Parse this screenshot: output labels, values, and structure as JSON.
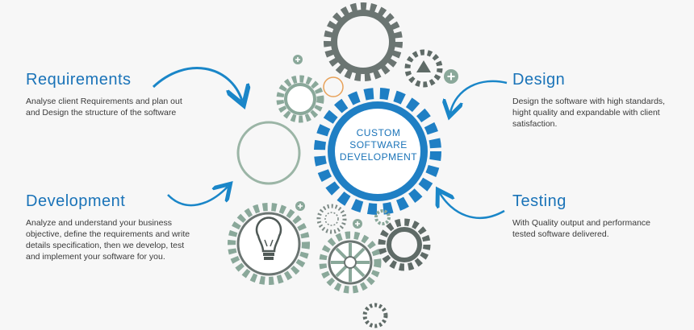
{
  "center": {
    "line1": "CUSTOM",
    "line2": "SOFTWARE",
    "line3": "DEVELOPMENT"
  },
  "steps": {
    "requirements": {
      "title": "Requirements",
      "text": "Analyse client Requirements and plan out and Design the structure of the software"
    },
    "design": {
      "title": "Design",
      "text": "Design the software with high standards, hight quality and expandable with client satisfaction."
    },
    "development": {
      "title": "Development",
      "text": "Analyze and understand your business objective, define the requirements and write details specification, then we develop, test and implement your software for you."
    },
    "testing": {
      "title": "Testing",
      "text": "With Quality output and performance tested software delivered."
    }
  },
  "colors": {
    "accent": "#1a73b8",
    "gear_gray": "#5f6b67",
    "gear_green": "#8aa89a",
    "center_blue": "#1f7fc4"
  },
  "icons": [
    "gear-icon",
    "plus-icon",
    "lightbulb-icon",
    "arrow-icon"
  ]
}
